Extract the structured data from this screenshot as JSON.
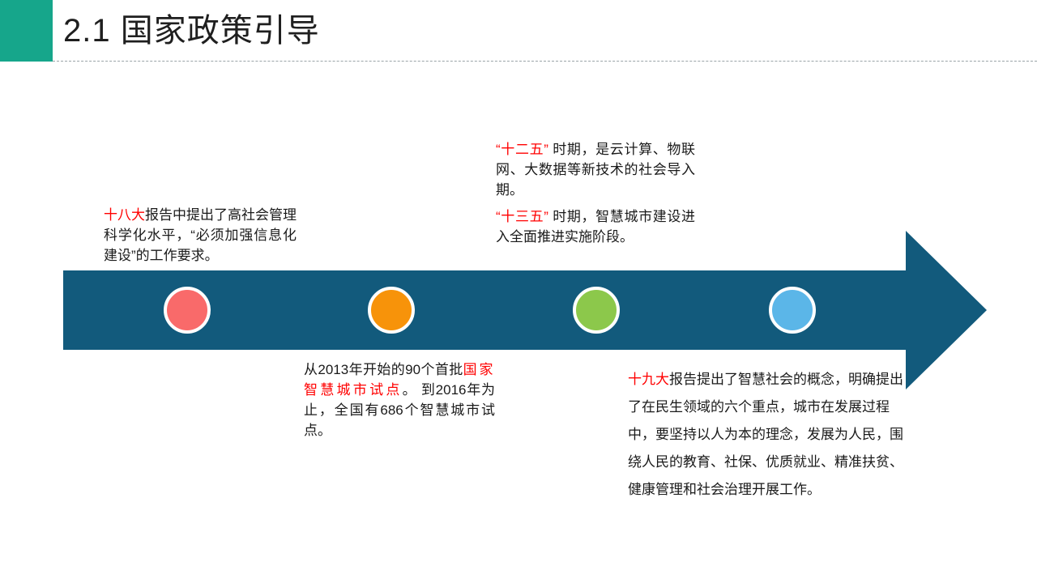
{
  "header": {
    "number": "2.1",
    "title": "国家政策引导",
    "full_title": "2.1  国家政策引导",
    "accent_color": "#16a68b",
    "divider_style": "dashed"
  },
  "timeline": {
    "arrow_color": "#125a7c",
    "direction": "right",
    "milestones": [
      {
        "name": "milestone-1",
        "color": "#f96a6a",
        "ring_color": "#ffffff"
      },
      {
        "name": "milestone-2",
        "color": "#f7930a",
        "ring_color": "#ffffff"
      },
      {
        "name": "milestone-3",
        "color": "#8cc84b",
        "ring_color": "#ffffff"
      },
      {
        "name": "milestone-4",
        "color": "#5bb6e8",
        "ring_color": "#ffffff"
      }
    ]
  },
  "callouts": {
    "c1": {
      "highlight": "十八大",
      "body": "报告中提出了高社会管理科学化水平，“必须加强信息化建设”的工作要求。"
    },
    "c2": {
      "lead": "从2013年开始的90个首批",
      "highlight": "国家智慧城市试点",
      "body": "。 到2016年为止，全国有686个智慧城市试点。"
    },
    "c3": {
      "highlight": "“十二五”",
      "body": " 时期，是云计算、物联网、大数据等新技术的社会导入期。"
    },
    "c4": {
      "highlight": "“十三五”",
      "body": " 时期，智慧城市建设进入全面推进实施阶段。"
    },
    "c5": {
      "highlight": "十九大",
      "body": "报告提出了智慧社会的概念，明确提出了在民生领域的六个重点，城市在发展过程中，要坚持以人为本的理念，发展为人民，围绕人民的教育、社保、优质就业、精准扶贫、健康管理和社会治理开展工作。"
    }
  },
  "colors": {
    "highlight_red": "#ff0000",
    "text": "#1a1a1a",
    "background": "#ffffff"
  }
}
